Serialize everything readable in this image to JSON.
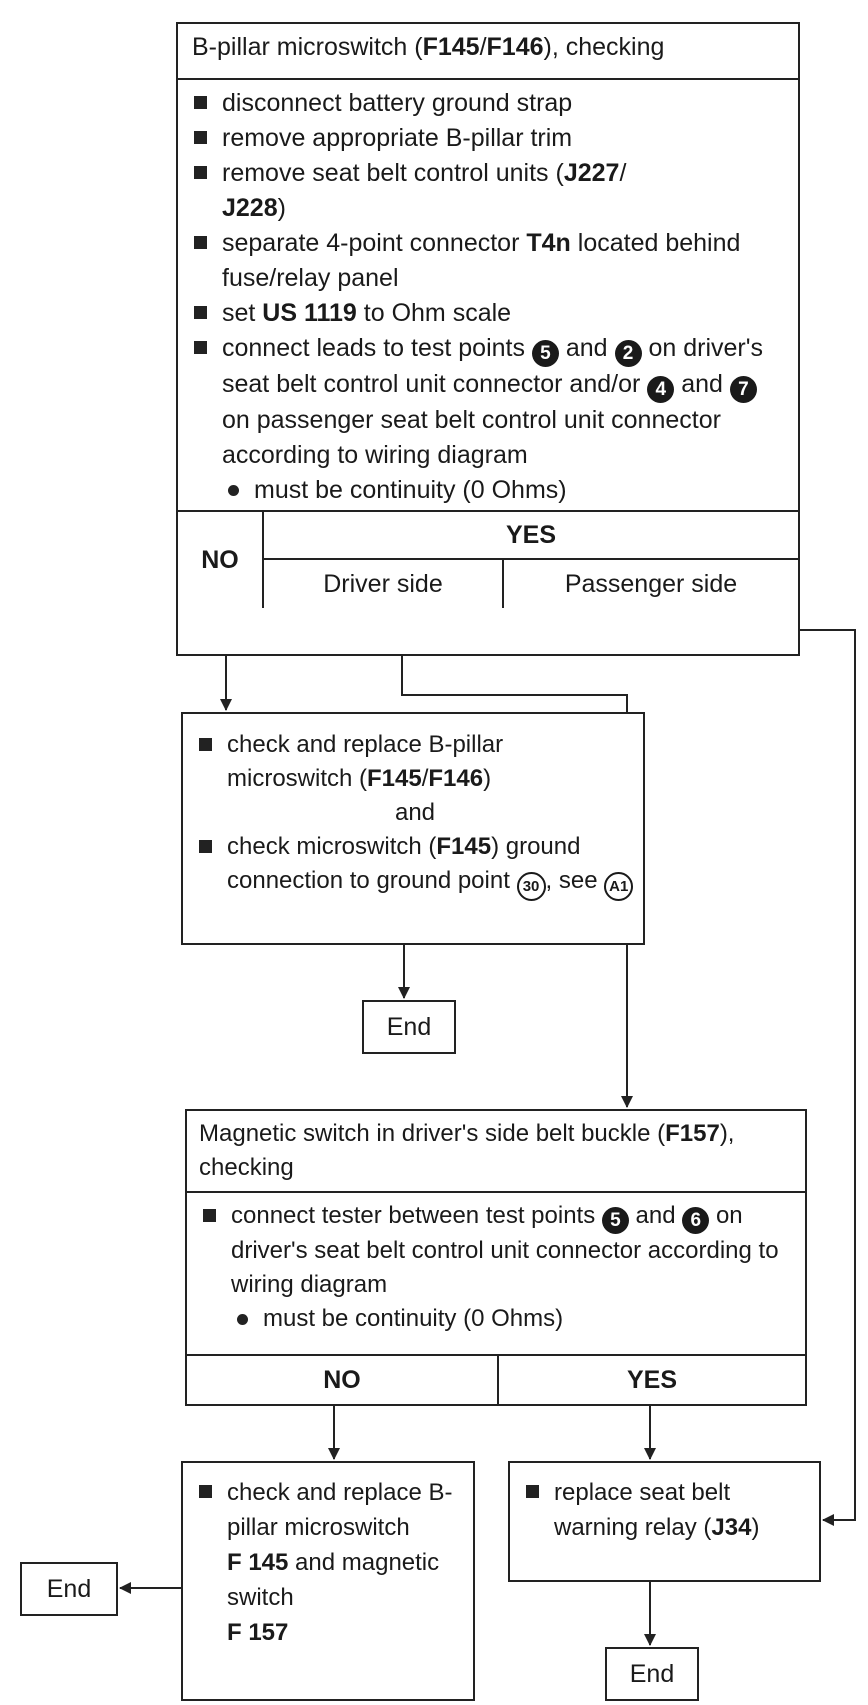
{
  "box1": {
    "title_pre": "B-pillar microswitch (",
    "title_b1": "F145",
    "title_sep": "/",
    "title_b2": "F146",
    "title_post": "), checking",
    "items": {
      "i1": "disconnect battery ground strap",
      "i2": "remove appropriate B-pillar trim",
      "i3_pre": "remove seat belt control units (",
      "i3_b1": "J227",
      "i3_sep": "/",
      "i3_b2": "J228",
      "i3_post": ")",
      "i4_pre": "separate 4-point connector ",
      "i4_b": "T4n",
      "i4_post": " located behind fuse/relay panel",
      "i5_pre": "set ",
      "i5_b": "US 1119",
      "i5_post": " to Ohm scale",
      "i6_a": "connect leads to test points ",
      "i6_c1": "5",
      "i6_b": " and ",
      "i6_c2": "2",
      "i6_c": " on driver's seat belt control unit connector and/or ",
      "i6_c3": "4",
      "i6_d": " and ",
      "i6_c4": "7",
      "i6_e": " on passenger seat belt control unit connector according to wiring diagram"
    },
    "sub": "must be continuity (0 Ohms)",
    "no": "NO",
    "yes": "YES",
    "driver": "Driver side",
    "passenger": "Passenger side"
  },
  "box2": {
    "i1_pre": "check and replace B-pillar microswitch (",
    "i1_b1": "F145",
    "i1_sep": "/",
    "i1_b2": "F146",
    "i1_post": ")",
    "and": "and",
    "i2_pre": "check microswitch (",
    "i2_b": "F145",
    "i2_mid": ") ground connection to ground point ",
    "i2_c1": "30",
    "i2_see": ", see ",
    "i2_c2": "A1"
  },
  "end1": "End",
  "box3": {
    "title_pre": "Magnetic switch in driver's side belt buckle (",
    "title_b": "F157",
    "title_post": "), checking",
    "i1_a": "connect tester between test points ",
    "i1_c1": "5",
    "i1_b": " and ",
    "i1_c2": "6",
    "i1_c": " on driver's seat belt control unit connector according to wiring diagram",
    "sub": "must be continuity (0 Ohms)",
    "no": "NO",
    "yes": "YES"
  },
  "box4": {
    "pre": "check and replace B-pillar microswitch",
    "b1": "F 145",
    "mid": " and magnetic switch",
    "b2": "F 157"
  },
  "end2": "End",
  "box5": {
    "pre": "replace seat belt warning relay (",
    "b": "J34",
    "post": ")"
  },
  "end3": "End"
}
